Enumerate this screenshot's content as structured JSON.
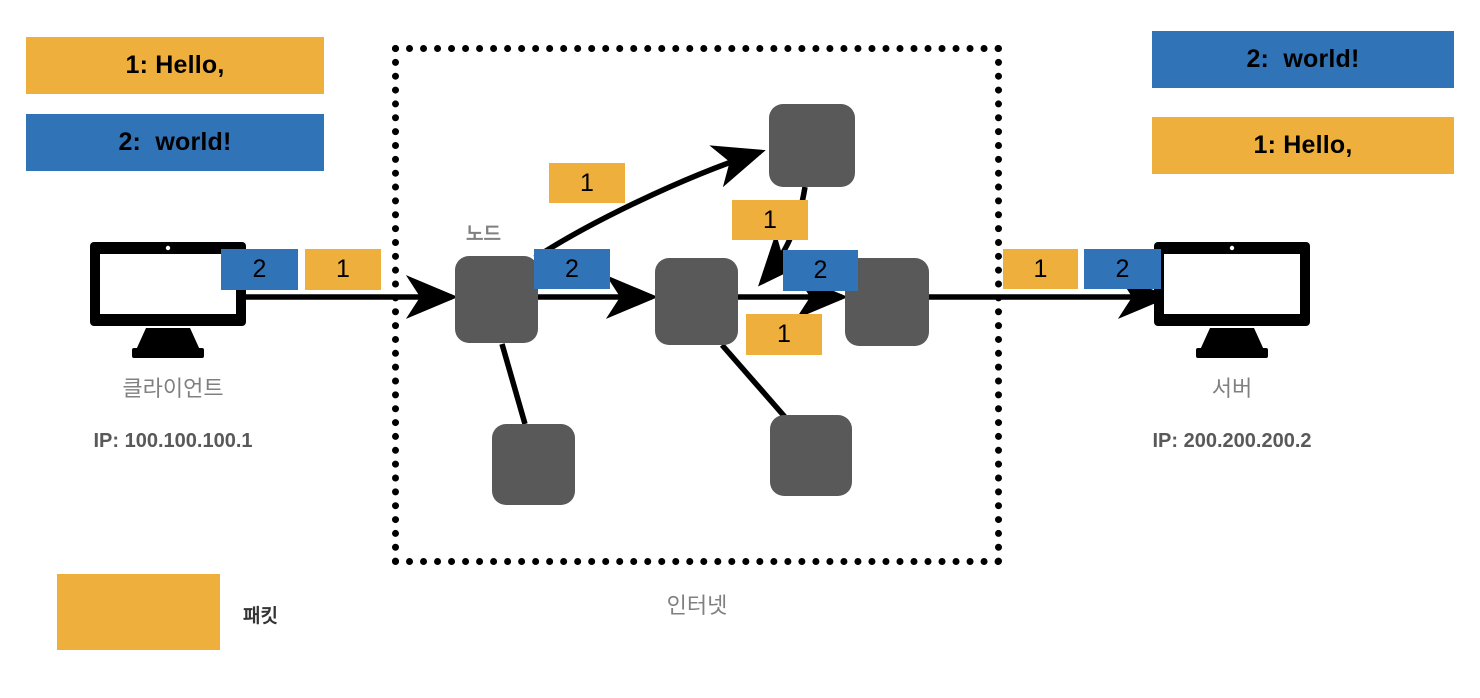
{
  "diagram": {
    "title_hidden": "",
    "colors": {
      "packet_orange": "#EFAF3C",
      "packet_blue": "#3073B7",
      "node_gray": "#595959",
      "caption_gray": "#808080",
      "line_black": "#000000"
    }
  },
  "left_messages": [
    {
      "text": "1: Hello,",
      "color": "#EFAF3C"
    },
    {
      "text": "2:  world!",
      "color": "#3073B7"
    }
  ],
  "right_messages": [
    {
      "text": "2:  world!",
      "color": "#3073B7"
    },
    {
      "text": "1: Hello,",
      "color": "#EFAF3C"
    }
  ],
  "client": {
    "icon": "desktop-monitor-icon",
    "label": "클라이언트",
    "ip": "IP: 100.100.100.1",
    "packets": [
      {
        "num": "2",
        "color": "#3073B7"
      },
      {
        "num": "1",
        "color": "#EFAF3C"
      }
    ]
  },
  "server": {
    "icon": "desktop-monitor-icon",
    "label": "서버",
    "ip": "IP: 200.200.200.2",
    "packets": [
      {
        "num": "1",
        "color": "#EFAF3C"
      },
      {
        "num": "2",
        "color": "#3073B7"
      }
    ]
  },
  "internet": {
    "label": "인터넷",
    "node_label": "노드",
    "nodes": [
      {
        "id": "node-entry"
      },
      {
        "id": "node-top"
      },
      {
        "id": "node-middle"
      },
      {
        "id": "node-exit"
      },
      {
        "id": "node-lower-left"
      },
      {
        "id": "node-lower-right"
      }
    ],
    "packets": [
      {
        "num": "1",
        "color": "#EFAF3C",
        "at": "entry-to-top"
      },
      {
        "num": "2",
        "color": "#3073B7",
        "at": "entry-to-middle"
      },
      {
        "num": "1",
        "color": "#EFAF3C",
        "at": "top-to-middle"
      },
      {
        "num": "2",
        "color": "#3073B7",
        "at": "middle-to-exit-upper"
      },
      {
        "num": "1",
        "color": "#EFAF3C",
        "at": "middle-to-exit-lower"
      }
    ]
  },
  "legend": {
    "swatch_color": "#EFAF3C",
    "label": "패킷"
  }
}
